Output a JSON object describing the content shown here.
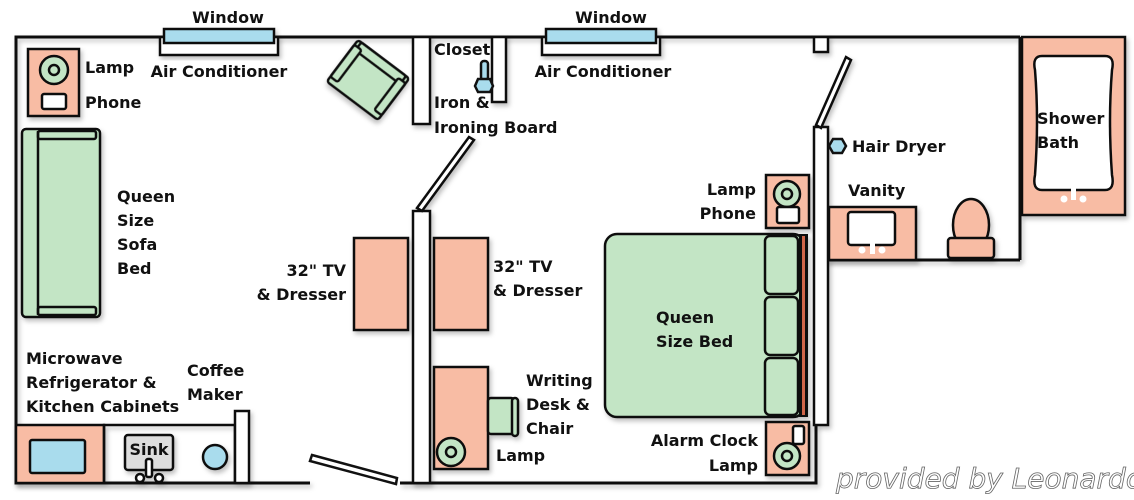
{
  "title": "Hotel Suite Floor Plan",
  "labels": {
    "window_left": "Window",
    "ac_left": "Air Conditioner",
    "window_mid": "Window",
    "ac_mid": "Air Conditioner",
    "lamp_tl": "Lamp",
    "phone_tl": "Phone",
    "closet": "Closet",
    "iron_1": "Iron &",
    "iron_2": "Ironing Board",
    "sofa_1": "Queen",
    "sofa_2": "Size",
    "sofa_3": "Sofa",
    "sofa_4": "Bed",
    "tv_left_1": "32\" TV",
    "tv_left_2": "& Dresser",
    "tv_right_1": "32\" TV",
    "tv_right_2": "& Dresser",
    "kitchen_1": "Microwave",
    "kitchen_2": "Refrigerator &",
    "kitchen_3": "Kitchen Cabinets",
    "coffee_1": "Coffee",
    "coffee_2": "Maker",
    "sink": "Sink",
    "desk_1": "Writing",
    "desk_2": "Desk &",
    "desk_3": "Chair",
    "lamp_desk": "Lamp",
    "lamp_bed": "Lamp",
    "phone_bed": "Phone",
    "bed_1": "Queen",
    "bed_2": "Size Bed",
    "alarm": "Alarm Clock",
    "lamp_alarm": "Lamp",
    "hair_dryer": "Hair Dryer",
    "vanity": "Vanity",
    "shower_1": "Shower",
    "shower_2": "Bath"
  },
  "credit": "provided by Leonardo",
  "colors": {
    "furniture_pink": "#f8bca4",
    "furniture_green": "#c3e5c5",
    "fixture_blue": "#a9dced",
    "wall": "#111111"
  }
}
